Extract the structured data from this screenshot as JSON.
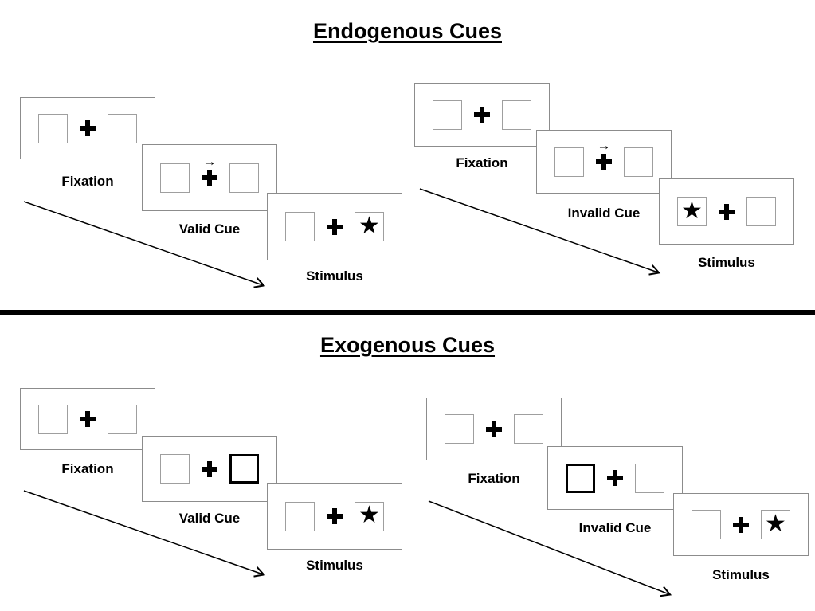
{
  "glyphs": {
    "star": "★",
    "cue_arrow": "→"
  },
  "sections": [
    {
      "title": "Endogenous Cues",
      "groups": [
        {
          "name": "valid",
          "panels": [
            {
              "label": "Fixation",
              "left_box": "empty",
              "right_box": "empty",
              "cue": "none"
            },
            {
              "label": "Valid Cue",
              "left_box": "empty",
              "right_box": "empty",
              "cue": "central-arrow-right-above-fixation"
            },
            {
              "label": "Stimulus",
              "left_box": "empty",
              "right_box": "star-target",
              "cue": "none"
            }
          ]
        },
        {
          "name": "invalid",
          "panels": [
            {
              "label": "Fixation",
              "left_box": "empty",
              "right_box": "empty",
              "cue": "none"
            },
            {
              "label": "Invalid Cue",
              "left_box": "empty",
              "right_box": "empty",
              "cue": "central-arrow-right-above-fixation"
            },
            {
              "label": "Stimulus",
              "left_box": "star-target",
              "right_box": "empty",
              "cue": "none"
            }
          ]
        }
      ]
    },
    {
      "title": "Exogenous Cues",
      "groups": [
        {
          "name": "valid",
          "panels": [
            {
              "label": "Fixation",
              "left_box": "empty",
              "right_box": "empty",
              "cue": "none"
            },
            {
              "label": "Valid Cue",
              "left_box": "empty",
              "right_box": "thick-border-highlight",
              "cue": "peripheral-right"
            },
            {
              "label": "Stimulus",
              "left_box": "empty",
              "right_box": "star-target",
              "cue": "none"
            }
          ]
        },
        {
          "name": "invalid",
          "panels": [
            {
              "label": "Fixation",
              "left_box": "empty",
              "right_box": "empty",
              "cue": "none"
            },
            {
              "label": "Invalid Cue",
              "left_box": "thick-border-highlight",
              "right_box": "empty",
              "cue": "peripheral-left"
            },
            {
              "label": "Stimulus",
              "left_box": "empty",
              "right_box": "star-target",
              "cue": "none"
            }
          ]
        }
      ]
    }
  ]
}
